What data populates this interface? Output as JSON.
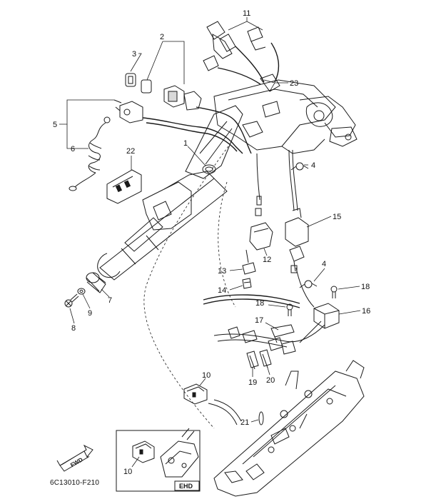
{
  "diagram_code": "6C13010-F210",
  "fwd_label": "FWD",
  "ehd_label": "EHD",
  "callouts": [
    {
      "id": "1",
      "text": "1"
    },
    {
      "id": "2",
      "text": "2"
    },
    {
      "id": "3",
      "text": "3"
    },
    {
      "id": "4a",
      "text": "4"
    },
    {
      "id": "4b",
      "text": "4"
    },
    {
      "id": "5",
      "text": "5"
    },
    {
      "id": "6",
      "text": "6"
    },
    {
      "id": "7",
      "text": "7"
    },
    {
      "id": "8",
      "text": "8"
    },
    {
      "id": "9",
      "text": "9"
    },
    {
      "id": "10a",
      "text": "10"
    },
    {
      "id": "10b",
      "text": "10"
    },
    {
      "id": "11",
      "text": "11"
    },
    {
      "id": "12",
      "text": "12"
    },
    {
      "id": "13",
      "text": "13"
    },
    {
      "id": "14",
      "text": "14"
    },
    {
      "id": "15",
      "text": "15"
    },
    {
      "id": "16",
      "text": "16"
    },
    {
      "id": "17",
      "text": "17"
    },
    {
      "id": "18a",
      "text": "18"
    },
    {
      "id": "18b",
      "text": "18"
    },
    {
      "id": "19",
      "text": "19"
    },
    {
      "id": "20",
      "text": "20"
    },
    {
      "id": "21",
      "text": "21"
    },
    {
      "id": "22",
      "text": "22"
    },
    {
      "id": "23",
      "text": "23"
    }
  ]
}
